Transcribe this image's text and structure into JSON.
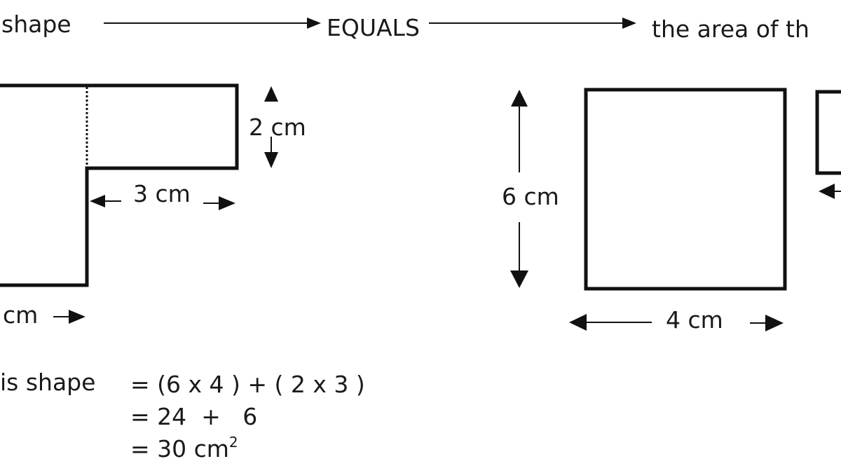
{
  "header": {
    "left_text": "shape",
    "middle_text": "EQUALS",
    "right_text": "the area of th"
  },
  "l_shape": {
    "height_label": "2 cm",
    "width_label": "3 cm",
    "bottom_label": "cm"
  },
  "rectangle": {
    "height_label": "6 cm",
    "width_label": "4 cm"
  },
  "calculation": {
    "lead": "is shape",
    "line1": "= (6 x 4 ) + ( 2 x 3 )",
    "line2": "= 24  +   6",
    "line3": "= 30 cm",
    "line3_sup": "2"
  }
}
